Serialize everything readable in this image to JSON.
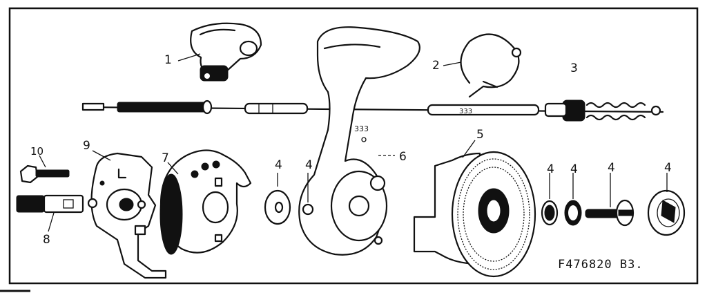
{
  "diagram": {
    "part_labels": {
      "p1": "1",
      "p2": "2",
      "p3": "3",
      "p4a": "4",
      "p4b": "4",
      "p4c": "4",
      "p4d": "4",
      "p4e": "4",
      "p4f": "4",
      "p5": "5",
      "p6": "6",
      "p7": "7",
      "p8": "8",
      "p9": "9",
      "p10": "10"
    },
    "figure_code": "F476820 B3."
  }
}
